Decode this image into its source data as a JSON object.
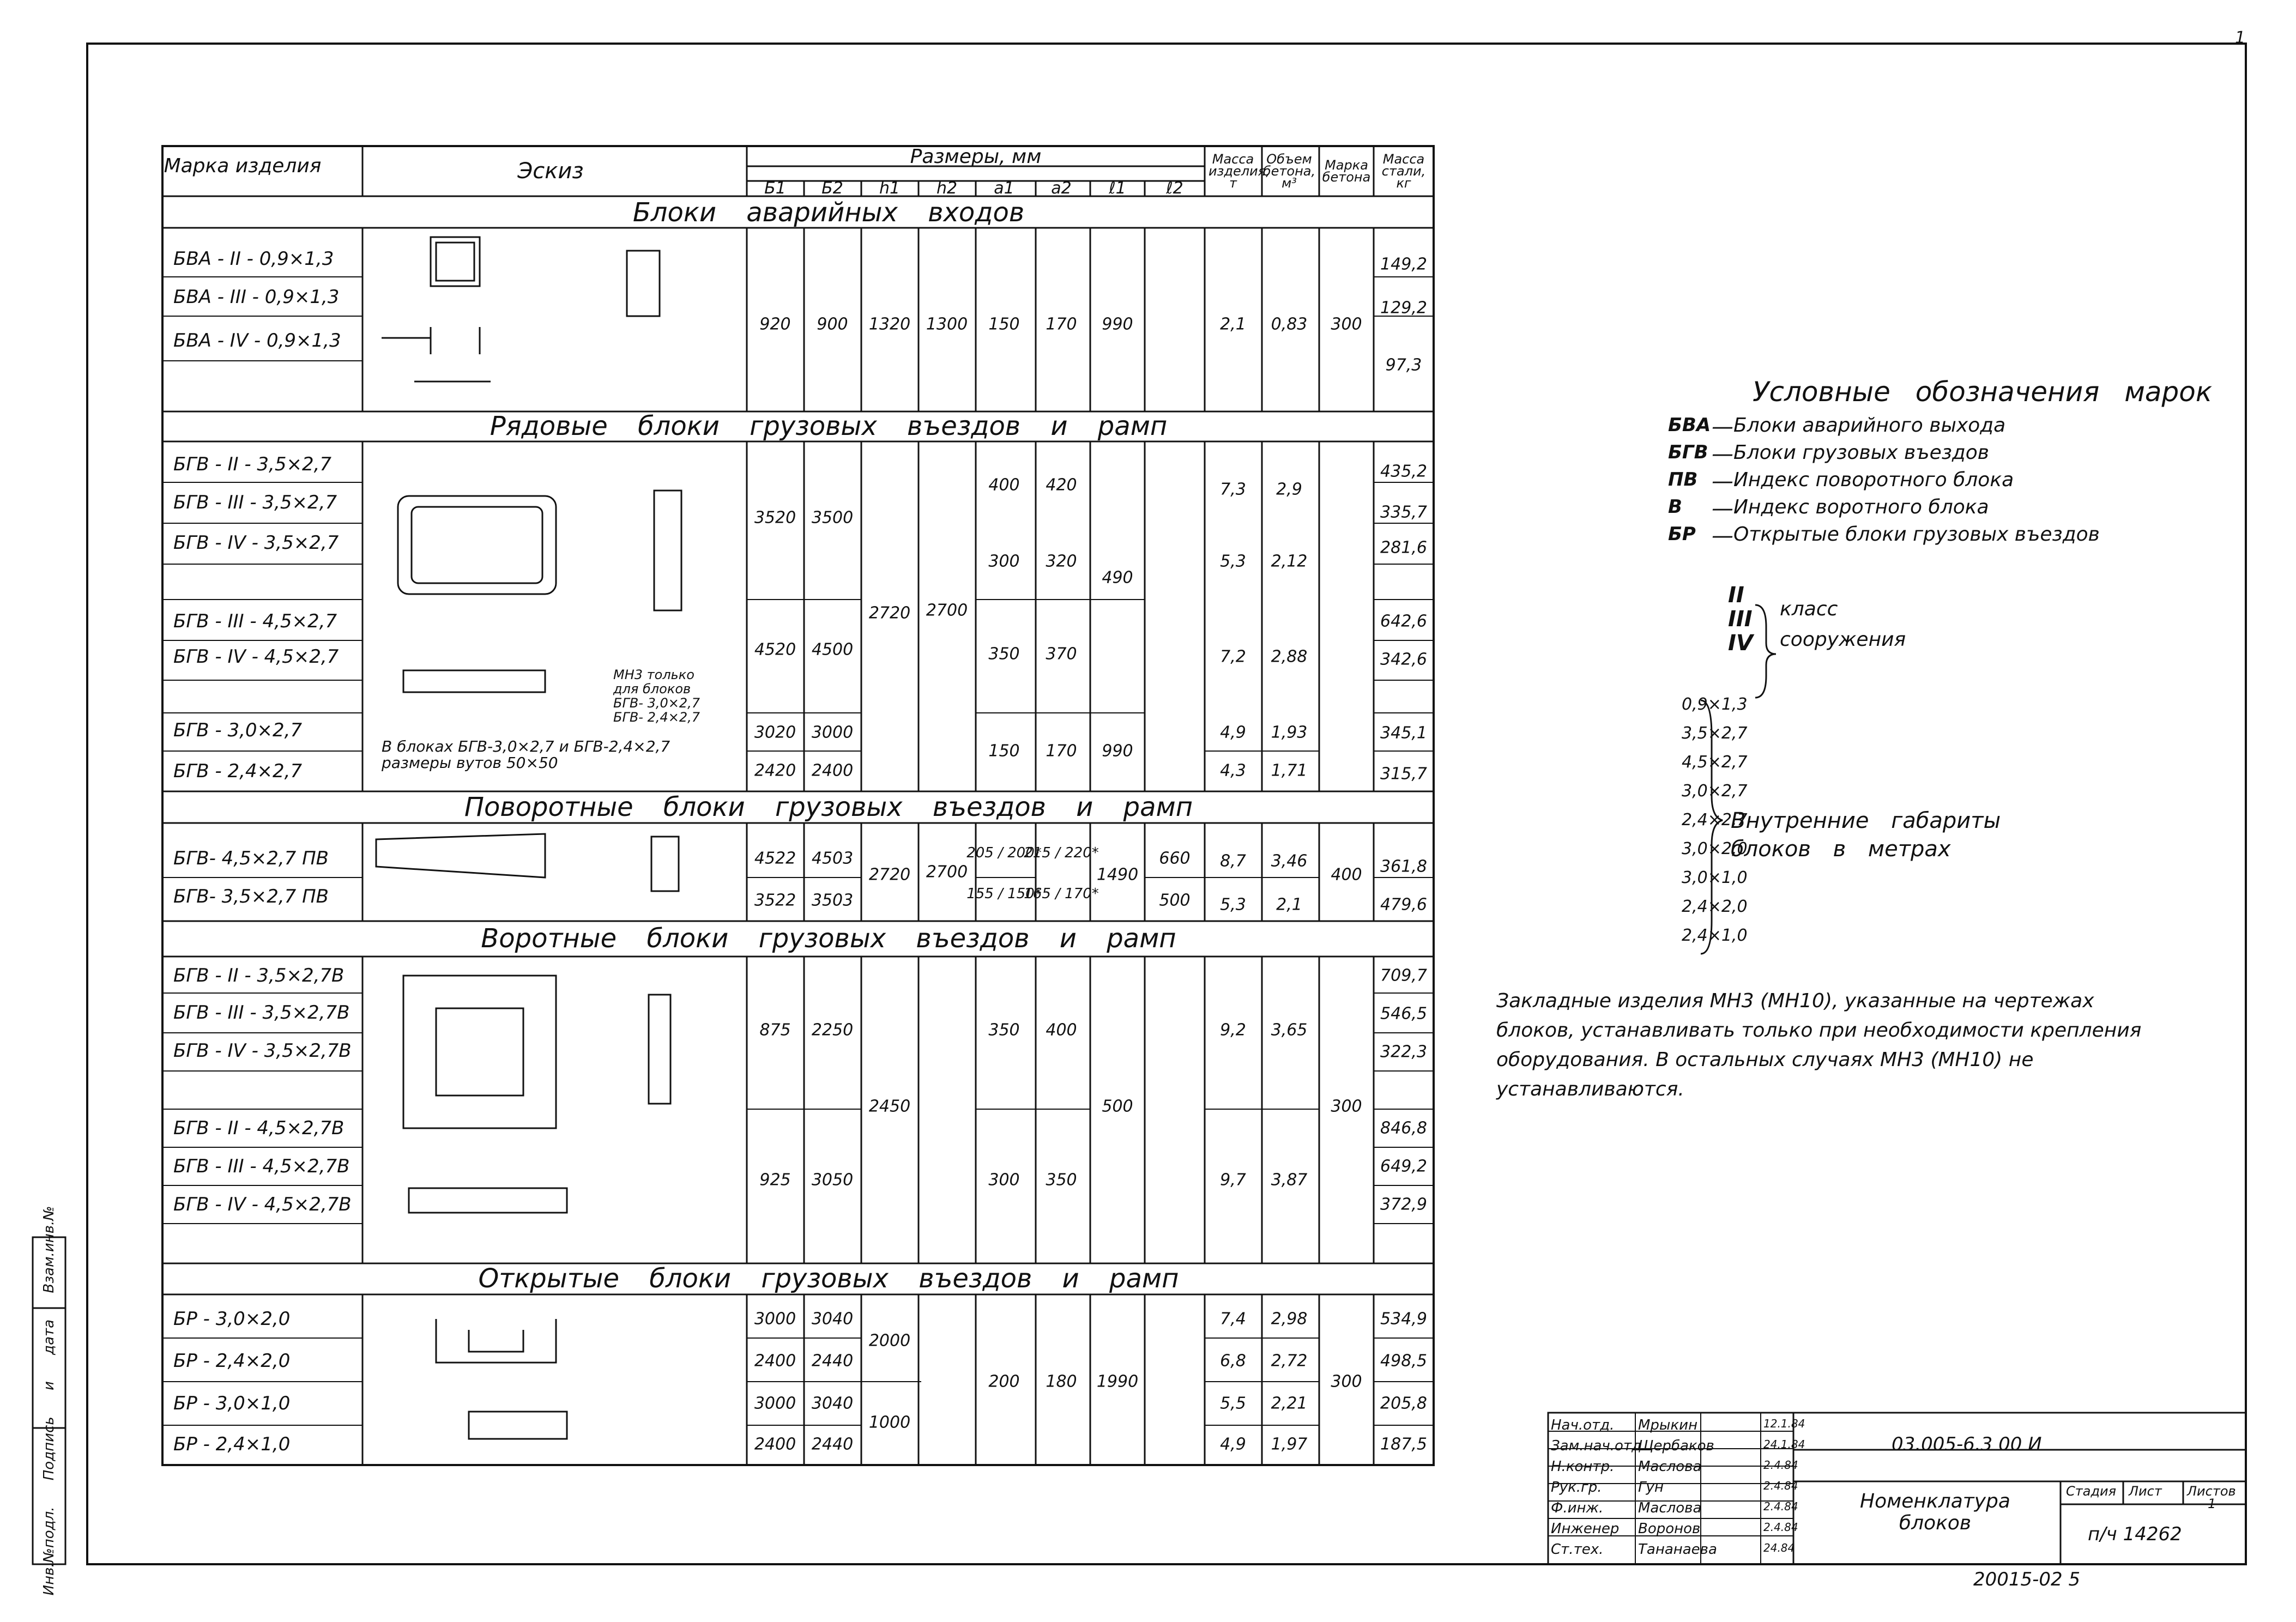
{
  "header": {
    "mark": "Марка изделия",
    "sketch": "Эскиз",
    "sizes": "Размеры, мм",
    "cols": [
      "Б1",
      "Б2",
      "h1",
      "h2",
      "а1",
      "а2",
      "ℓ1",
      "ℓ2"
    ],
    "mass": "Масса изделия, т",
    "volume": "Объем бетона, м³",
    "concrete": "Марка бетона",
    "steel": "Масса стали, кг"
  },
  "sections": [
    {
      "title": "Блоки аварийных входов",
      "rows": [
        {
          "mark": "БВА - II - 0,9×1,3",
          "steel": "149,2"
        },
        {
          "mark": "БВА - III - 0,9×1,3",
          "steel": "129,2"
        },
        {
          "mark": "БВА - IV - 0,9×1,3",
          "steel": "97,3"
        },
        {
          "mark": "",
          "steel": ""
        }
      ],
      "values": {
        "b1": "920",
        "b2": "900",
        "h1": "1320",
        "h2": "1300",
        "a1": "150",
        "a2": "170",
        "l1": "990",
        "l2": "",
        "mass": "2,1",
        "volume": "0,83",
        "concrete": "300"
      }
    },
    {
      "title": "Рядовые блоки грузовых въездов и рамп",
      "rows": [
        {
          "mark": "БГВ - II - 3,5×2,7",
          "steel": "435,2"
        },
        {
          "mark": "БГВ - III - 3,5×2,7",
          "steel": "335,7"
        },
        {
          "mark": "БГВ - IV - 3,5×2,7",
          "steel": "281,6"
        },
        {
          "mark": "",
          "steel": ""
        },
        {
          "mark": "БГВ - III - 4,5×2,7",
          "steel": "642,6"
        },
        {
          "mark": "БГВ - IV - 4,5×2,7",
          "steel": "342,6"
        },
        {
          "mark": "",
          "steel": ""
        },
        {
          "mark": "БГВ - 3,0×2,7",
          "steel": "345,1"
        },
        {
          "mark": "БГВ - 2,4×2,7",
          "steel": "315,7"
        }
      ],
      "g1": {
        "b1": "3520",
        "b2": "3500",
        "a1a": "400",
        "a2a": "420",
        "mass_a": "7,3",
        "vol_a": "2,9",
        "a1b": "300",
        "a2b": "320",
        "mass_b": "5,3",
        "vol_b": "2,12",
        "l1": "490"
      },
      "g2": {
        "b1": "4520",
        "b2": "4500",
        "a1": "350",
        "a2": "370",
        "mass": "7,2",
        "vol": "2,88",
        "h1": "2720",
        "h2": "2700"
      },
      "g3": {
        "b1a": "3020",
        "b2a": "3000",
        "b1b": "2420",
        "b2b": "2400",
        "a1": "150",
        "a2": "170",
        "l1": "990",
        "mass_a": "4,9",
        "vol_a": "1,93",
        "mass_b": "4,3",
        "vol_b": "1,71"
      },
      "note_mn3": "МН3 только для блоков БГВ- 3,0×2,7 БГВ- 2,4×2,7",
      "note_bevel": "В блоках БГВ-3,0×2,7 и БГВ-2,4×2,7 размеры вутов 50×50"
    },
    {
      "title": "Поворотные блоки грузовых въездов и рамп",
      "rows": [
        {
          "mark": "БГВ- 4,5×2,7 ПВ",
          "b1": "4522",
          "b2": "4503",
          "a1": "205 / 200*",
          "a2": "215 / 220*",
          "l2": "660",
          "mass": "8,7",
          "volume": "3,46",
          "steel": "361,8"
        },
        {
          "mark": "БГВ- 3,5×2,7 ПВ",
          "b1": "3522",
          "b2": "3503",
          "a1": "155 / 150*",
          "a2": "165 / 170*",
          "l2": "500",
          "mass": "5,3",
          "volume": "2,1",
          "steel": "479,6"
        }
      ],
      "shared": {
        "h1": "2720",
        "h2": "2700",
        "l1": "1490",
        "concrete": "400"
      }
    },
    {
      "title": "Воротные блоки грузовых въездов и рамп",
      "rows": [
        {
          "mark": "БГВ - II - 3,5×2,7В",
          "steel": "709,7"
        },
        {
          "mark": "БГВ - III - 3,5×2,7В",
          "steel": "546,5"
        },
        {
          "mark": "БГВ - IV - 3,5×2,7В",
          "steel": "322,3"
        },
        {
          "mark": "",
          "steel": ""
        },
        {
          "mark": "БГВ - II - 4,5×2,7В",
          "steel": "846,8"
        },
        {
          "mark": "БГВ - III - 4,5×2,7В",
          "steel": "649,2"
        },
        {
          "mark": "БГВ - IV - 4,5×2,7В",
          "steel": "372,9"
        },
        {
          "mark": "",
          "steel": ""
        }
      ],
      "g1": {
        "b1": "875",
        "b2": "2250",
        "a1": "350",
        "a2": "400",
        "mass": "9,2",
        "vol": "3,65"
      },
      "g2": {
        "b1": "925",
        "b2": "3050",
        "a1": "300",
        "a2": "350",
        "mass": "9,7",
        "vol": "3,87"
      },
      "shared": {
        "h1": "2450",
        "l1": "500",
        "concrete": "300"
      }
    },
    {
      "title": "Открытые блоки грузовых въездов и рамп",
      "rows": [
        {
          "mark": "БР - 3,0×2,0",
          "b1": "3000",
          "b2": "3040",
          "mass": "7,4",
          "volume": "2,98",
          "steel": "534,9"
        },
        {
          "mark": "БР - 2,4×2,0",
          "b1": "2400",
          "b2": "2440",
          "mass": "6,8",
          "volume": "2,72",
          "steel": "498,5"
        },
        {
          "mark": "БР - 3,0×1,0",
          "b1": "3000",
          "b2": "3040",
          "mass": "5,5",
          "volume": "2,21",
          "steel": "205,8"
        },
        {
          "mark": "БР - 2,4×1,0",
          "b1": "2400",
          "b2": "2440",
          "mass": "4,9",
          "volume": "1,97",
          "steel": "187,5"
        }
      ],
      "shared": {
        "h1a": "2000",
        "h1b": "1000",
        "a1": "200",
        "a2": "180",
        "l1": "1990",
        "concrete": "300"
      }
    }
  ],
  "legend": {
    "title": "Условные обозначения марок",
    "items": [
      {
        "code": "БВА",
        "text": "Блоки аварийного выхода"
      },
      {
        "code": "БГВ",
        "text": "Блоки грузовых въездов"
      },
      {
        "code": "ПВ",
        "text": "Индекс поворотного блока"
      },
      {
        "code": "В",
        "text": "Индекс воротного блока"
      },
      {
        "code": "БР",
        "text": "Открытые блоки грузовых въездов"
      }
    ],
    "classes": [
      "II",
      "III",
      "IV"
    ],
    "class_label": "класс сооружения",
    "dims": [
      "0,9×1,3",
      "3,5×2,7",
      "4,5×2,7",
      "3,0×2,7",
      "2,4×2,7",
      "3,0×2,0",
      "3,0×1,0",
      "2,4×2,0",
      "2,4×1,0"
    ],
    "dims_label": "Внутренние габариты блоков в метрах"
  },
  "note": "Закладные изделия МН3 (МН10), указанные на чертежах блоков, устанавливать только при необходимости крепления оборудования. В остальных случаях МН3 (МН10) не устанавливаются.",
  "title_block": {
    "roles": [
      "Нач.отд.",
      "Зам.нач.отд.",
      "Н.контр.",
      "Рук.гр.",
      "Ф.инж.",
      "Инженер",
      "Ст.тех."
    ],
    "names": [
      "Мрыкин",
      "Щербаков",
      "Маслова",
      "Гун",
      "Маслова",
      "Воронов",
      "Тананаева"
    ],
    "dates": [
      "12.1.84",
      "24.1.84",
      "2.4.84",
      "2.4.84",
      "2.4.84",
      "2.4.84",
      "24.84"
    ],
    "doc_code": "03.005-6.3 00 И",
    "title": "Номенклатура блоков",
    "stage_h": "Стадия",
    "sheet_h": "Лист",
    "sheets_h": "Листов",
    "sheet": "1",
    "org": "п/ч 14262",
    "bottom_code": "20015-02 5",
    "corner": "1"
  },
  "side_stamp": "Инв.№подл. Подпись и дата Взам.инв.№"
}
